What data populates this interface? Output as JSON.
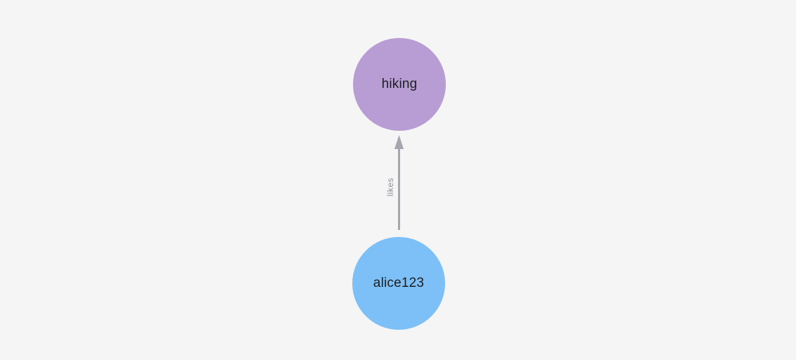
{
  "canvas": {
    "background_color": "#f5f5f6"
  },
  "graph": {
    "nodes": [
      {
        "id": "hiking",
        "label": "hiking",
        "color": "#b89dd4",
        "text_color": "#1d1e20"
      },
      {
        "id": "alice123",
        "label": "alice123",
        "color": "#7cc0f7",
        "text_color": "#1d1e20"
      }
    ],
    "edges": [
      {
        "from": "alice123",
        "to": "hiking",
        "label": "likes",
        "color": "#a4a7ae",
        "label_color": "#8d9095",
        "direction": "up"
      }
    ]
  }
}
